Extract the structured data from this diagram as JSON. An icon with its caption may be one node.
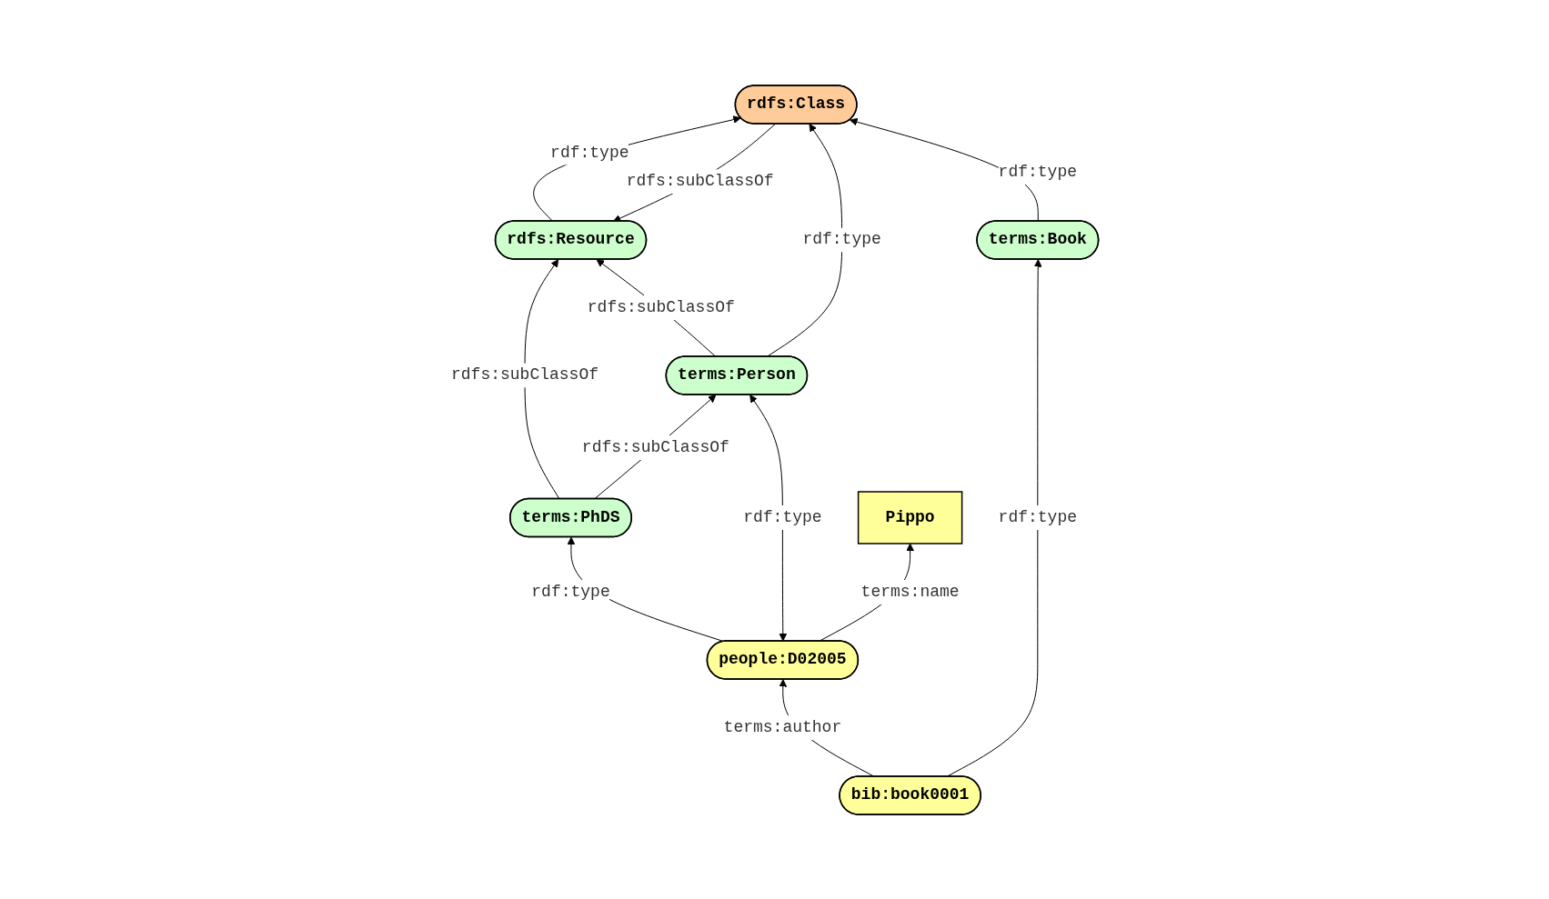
{
  "diagram": {
    "nodes": [
      {
        "text": [
          "rdfs:Resource"
        ]
      },
      {
        "text": [
          "rdfs:Class"
        ]
      },
      {
        "text": [
          "terms:Person"
        ]
      },
      {
        "text": [
          "terms:Book"
        ]
      },
      {
        "text": [
          "terms:PhDS"
        ]
      },
      {
        "text": [
          "Pippo"
        ]
      },
      {
        "text": [
          "people:D02005"
        ]
      },
      {
        "text": [
          "bib:book0001"
        ]
      }
    ],
    "edges": [
      {
        "from": 1,
        "to": 0,
        "arrow": "to",
        "label": "rdfs:subClassOf"
      },
      {
        "from": 0,
        "to": 1,
        "arrow": "to",
        "label": "rdf:type"
      },
      {
        "from": 2,
        "to": 0,
        "arrow": "to",
        "label": "rdfs:subClassOf"
      },
      {
        "from": 2,
        "to": 1,
        "arrow": "to",
        "label": "rdf:type"
      },
      {
        "from": 3,
        "to": 1,
        "arrow": "to",
        "label": "rdf:type"
      },
      {
        "from": 4,
        "to": 0,
        "arrow": "to",
        "label": "rdfs:subClassOf"
      },
      {
        "from": 4,
        "to": 2,
        "arrow": "to",
        "label": "rdfs:subClassOf"
      },
      {
        "from": 6,
        "to": 4,
        "arrow": "to",
        "label": "rdf:type"
      },
      {
        "from": 6,
        "to": 2,
        "arrow": "both",
        "label": "rdf:type"
      },
      {
        "from": 6,
        "to": 5,
        "arrow": "to",
        "label": "terms:name"
      },
      {
        "from": 7,
        "to": 6,
        "arrow": "to",
        "label": "terms:author"
      },
      {
        "from": 7,
        "to": 3,
        "arrow": "to",
        "label": "rdf:type"
      }
    ]
  }
}
